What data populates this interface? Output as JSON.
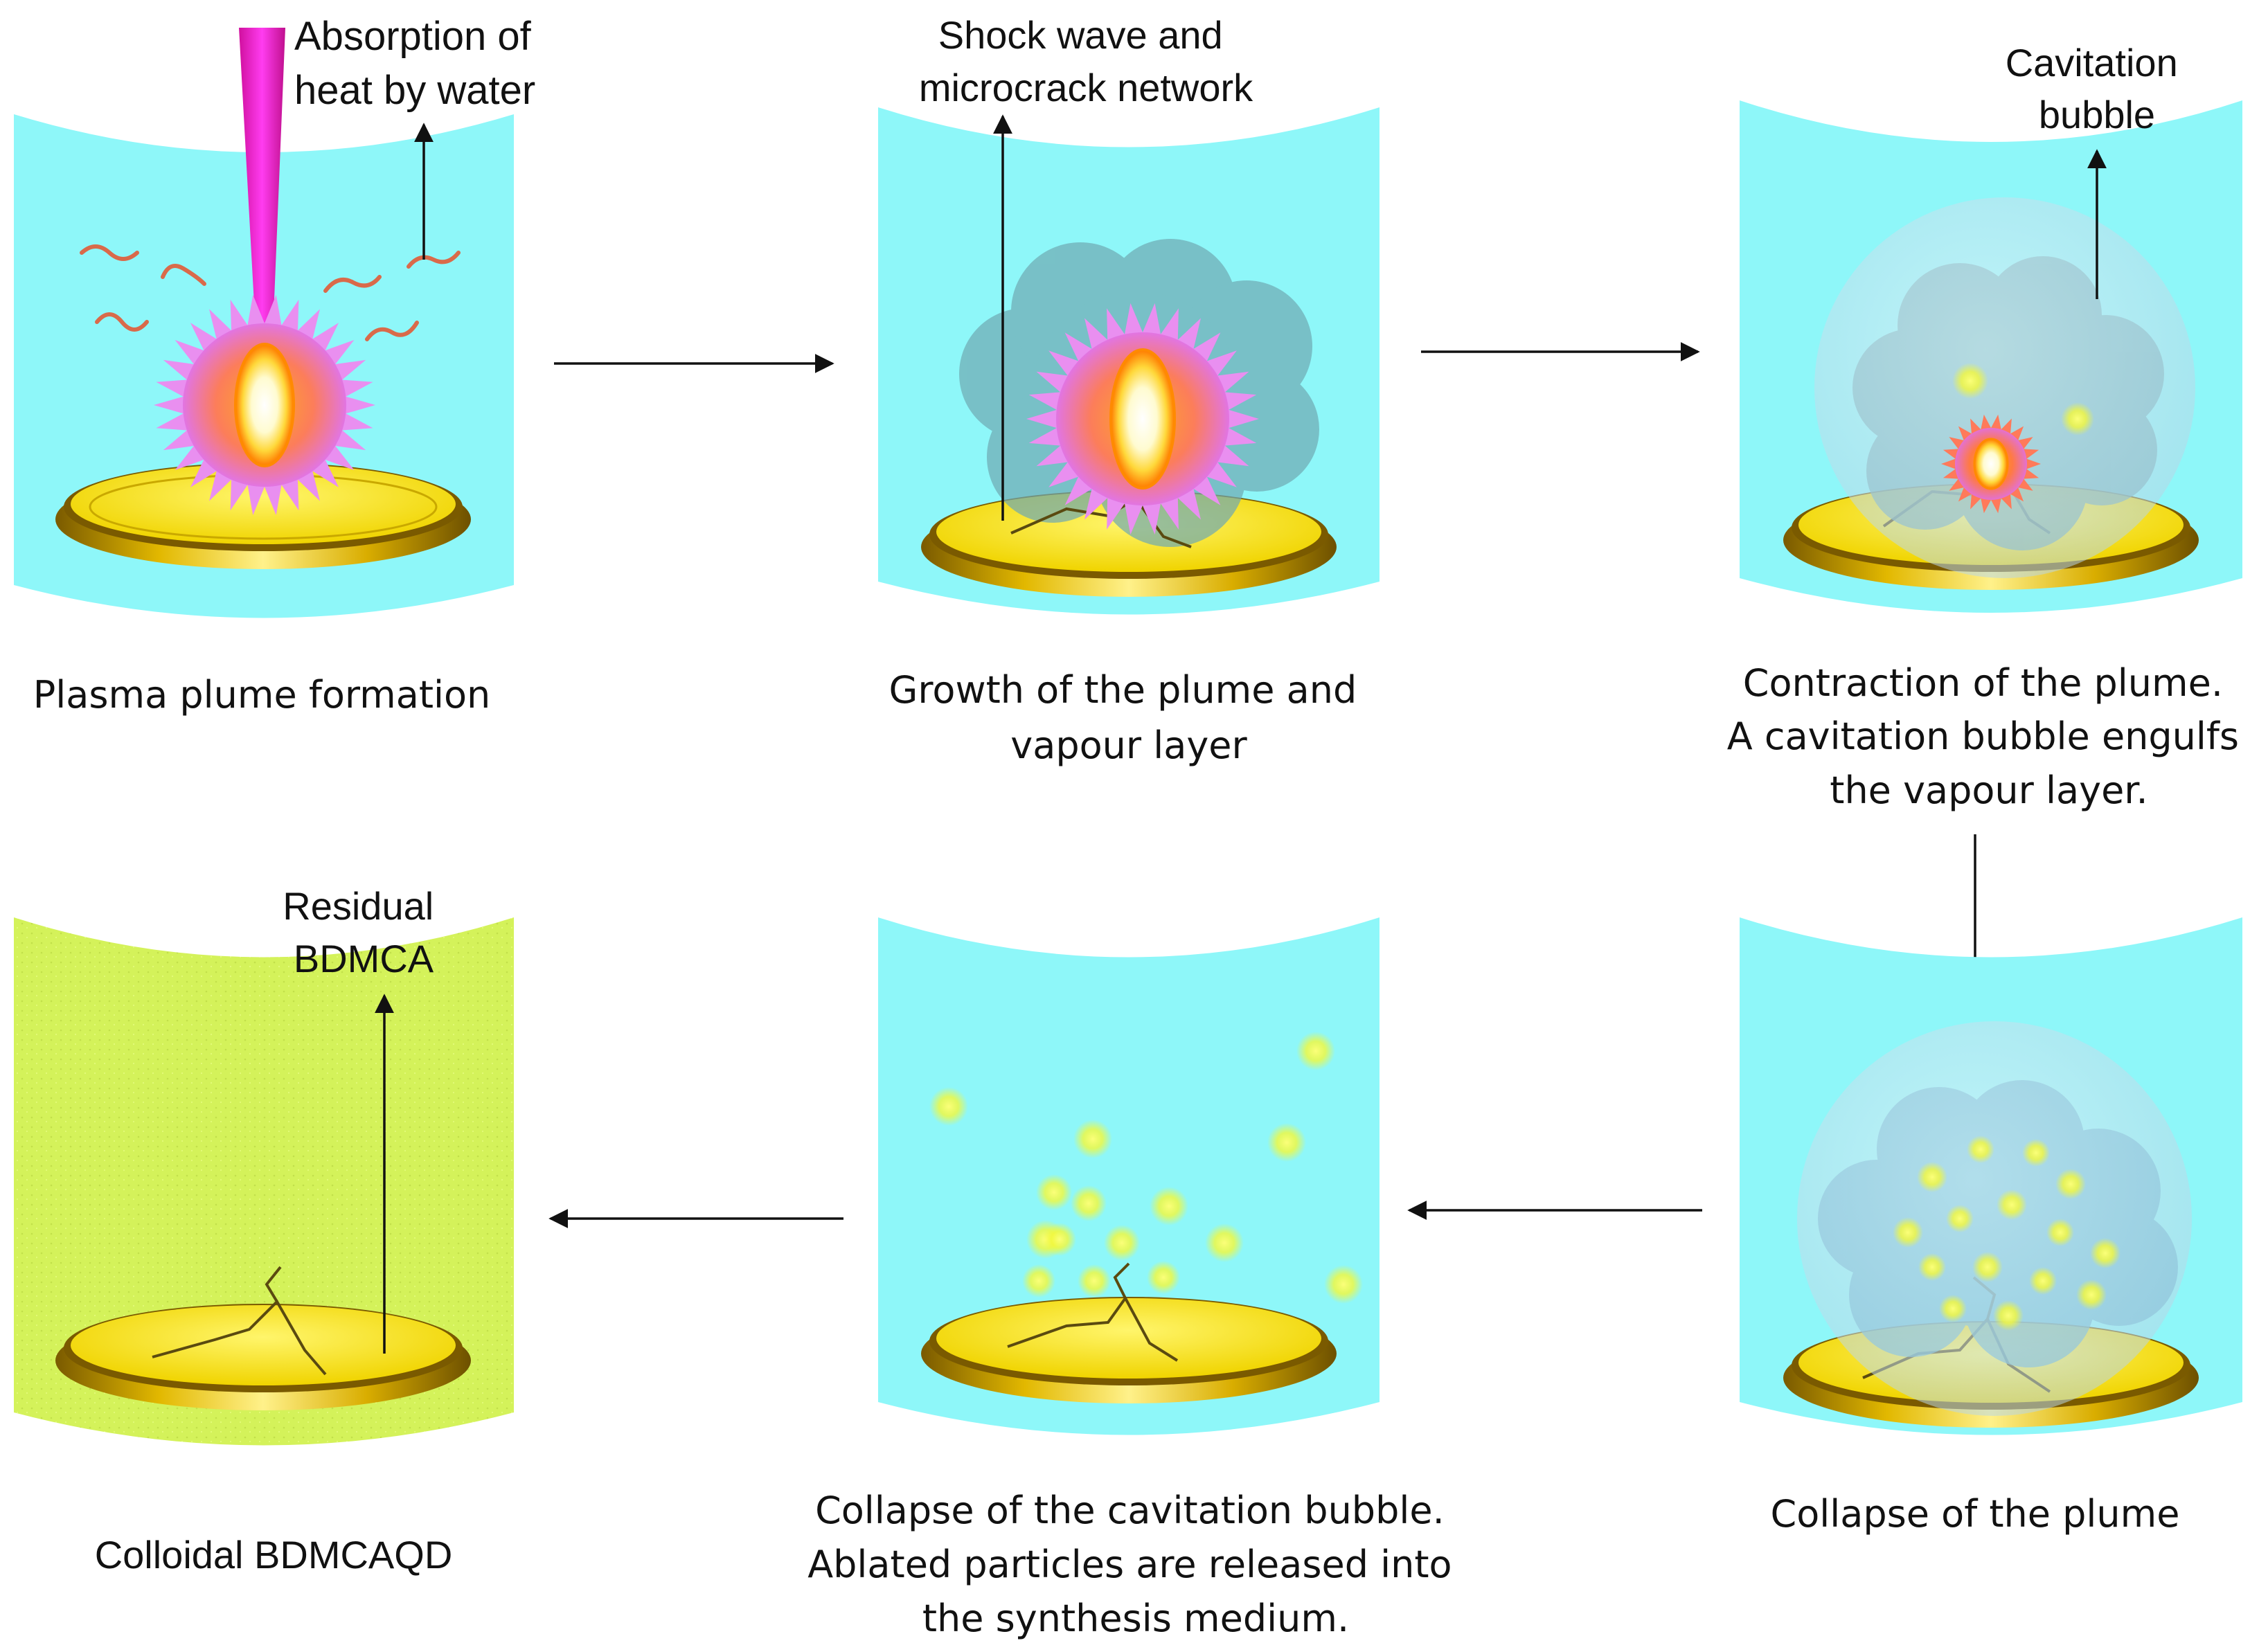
{
  "colors": {
    "water": "#8ef7f9",
    "colloid": "#d6f55a",
    "gold": "#e6c400",
    "gold_dark": "#8a6a00",
    "gold_light": "#fff36a",
    "laser": "#ff1fe0",
    "vapour": "#6fa9b2",
    "bubble": "#cfe6f2",
    "arrow": "#111111",
    "particle": "#f6ff3a"
  },
  "panels": [
    {
      "id": "p1",
      "liquid": "water",
      "caption": [
        "Plasma plume formation"
      ],
      "callout": [
        "Absorption of",
        "heat by water"
      ],
      "contents": [
        "laser-beam",
        "heat-waves",
        "plasma-plume"
      ]
    },
    {
      "id": "p2",
      "liquid": "water",
      "caption": [
        "Growth of the plume and",
        "vapour layer"
      ],
      "callout": [
        "Shock wave and",
        "microcrack network"
      ],
      "contents": [
        "vapour-layer",
        "plasma-plume",
        "microcracks"
      ]
    },
    {
      "id": "p3",
      "liquid": "water",
      "caption": [
        "Contraction of the plume.",
        "A cavitation bubble engulfs",
        "the vapour layer."
      ],
      "callout": [
        "Cavitation",
        "bubble"
      ],
      "contents": [
        "cavitation-bubble",
        "vapour-layer",
        "small-plume",
        "microcracks"
      ]
    },
    {
      "id": "p4",
      "liquid": "water",
      "caption": [
        "Collapse of the plume"
      ],
      "callout": [],
      "contents": [
        "cavitation-bubble",
        "vapour-layer",
        "particles",
        "microcracks"
      ]
    },
    {
      "id": "p5",
      "liquid": "water",
      "caption": [
        "Collapse of the cavitation bubble.",
        "Ablated particles are released into",
        "the synthesis medium."
      ],
      "callout": [],
      "contents": [
        "released-particles",
        "microcracks"
      ]
    },
    {
      "id": "p6",
      "liquid": "colloid",
      "caption": [
        "Colloidal BDMCAQD"
      ],
      "callout": [
        "Residual",
        "BDMCA"
      ],
      "contents": [
        "microcracks"
      ]
    }
  ],
  "flow": [
    "p1",
    "p2",
    "p3",
    "p4",
    "p5",
    "p6"
  ]
}
